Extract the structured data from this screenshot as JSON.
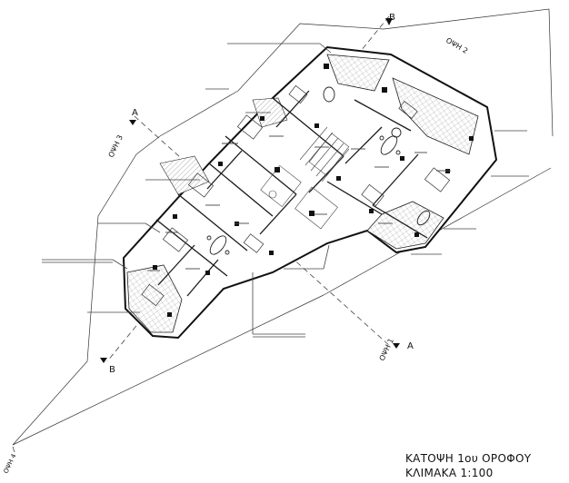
{
  "drawing": {
    "title_line1": "ΚΑΤΟΨΗ 1ου ΟΡΟΦΟΥ",
    "title_line2": "ΚΛΙΜΑΚΑ 1:100"
  },
  "sections": {
    "a_top": "A",
    "a_bottom": "A",
    "b_top": "B",
    "b_bottom": "B"
  },
  "views": {
    "v1": "ΟΨΗ 1",
    "v2": "ΟΨΗ 2",
    "v3": "ΟΨΗ 3",
    "v4": "ΟΨΗ 4"
  },
  "colors": {
    "line": "#111111",
    "hatch": "#555555",
    "wall": "#1a1a1a"
  }
}
